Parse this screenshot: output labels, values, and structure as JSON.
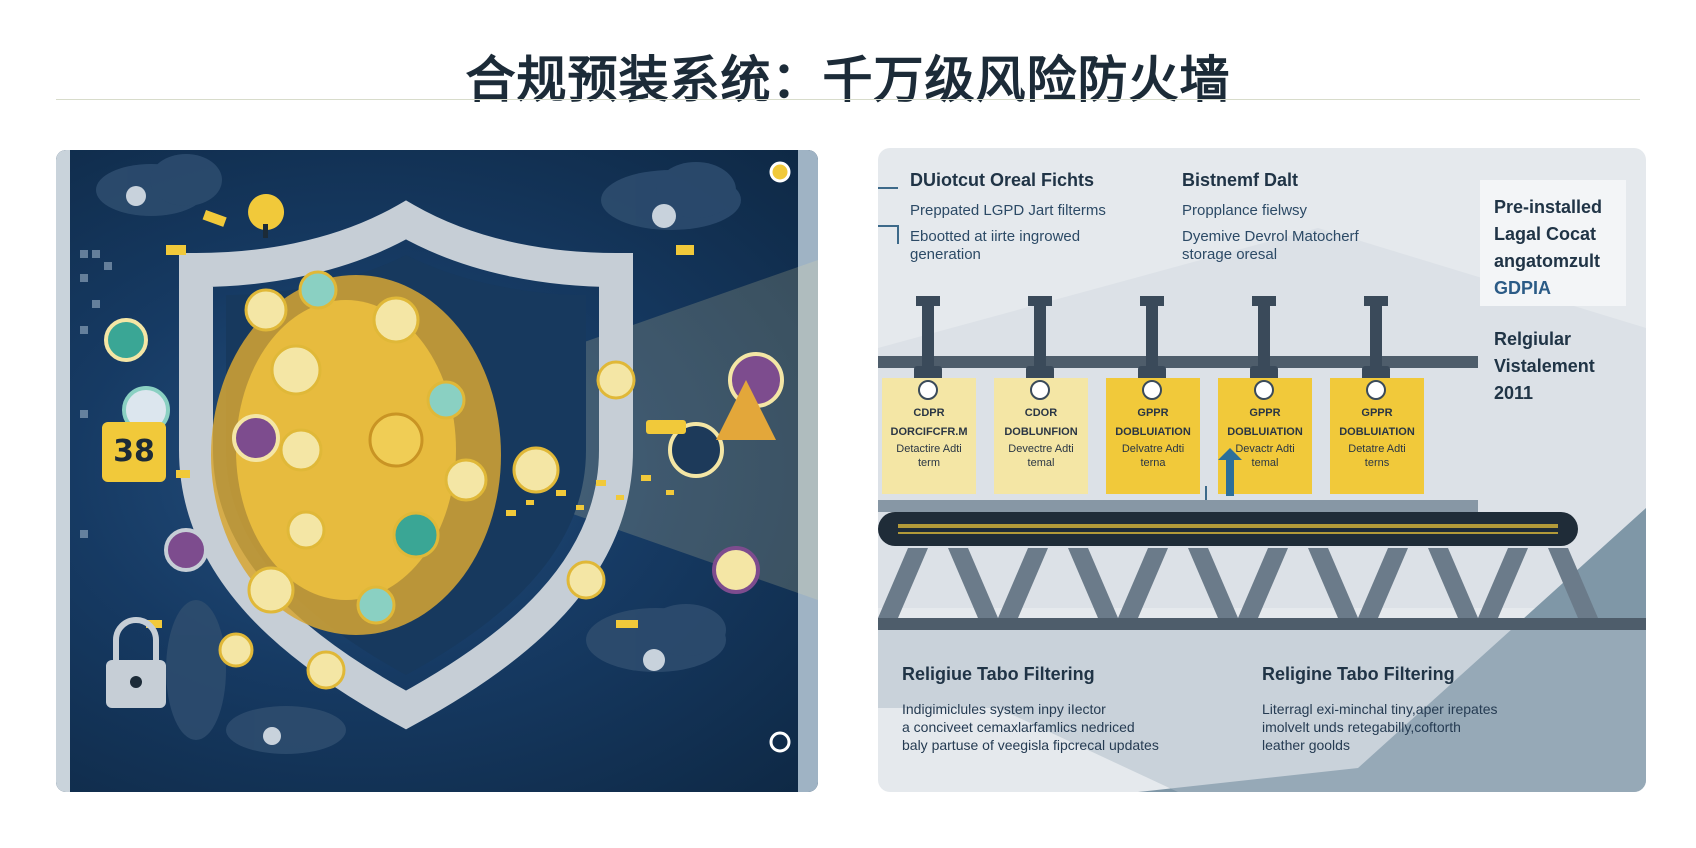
{
  "title": "合规预装系统：千万级风险防火墙",
  "left_panel": {
    "badge": "38"
  },
  "right_panel": {
    "col1": {
      "heading": "DUiotcut Oreal Fichts",
      "line1": "Preppated LGPD Jart filterms",
      "line2": "Ebootted at iirte ingrowed",
      "line3": "generation"
    },
    "col2": {
      "heading": "Bistnemf Dalt",
      "line1": "Propplance fielwsy",
      "line2": "Dyemive Devrol Matocherf",
      "line3": "storage oresal"
    },
    "side_top": {
      "line1": "Pre-installed",
      "line2": "Lagal Cocat",
      "line3": "angatomzult",
      "line4": "GDPIA"
    },
    "side_mid": {
      "line1": "Relgiular",
      "line2": "Vistalement",
      "line3": "2011"
    },
    "documents": [
      {
        "l1": "CDPR",
        "l2": "DORCIFCFR.M",
        "l3": "Detactire Adti",
        "l4": "term"
      },
      {
        "l1": "CDOR",
        "l2": "DOBLUNFION",
        "l3": "Devectre Adti",
        "l4": "temal"
      },
      {
        "l1": "GPPR",
        "l2": "DOBLUIATION",
        "l3": "Delvatre Adti",
        "l4": "terna"
      },
      {
        "l1": "GPPR",
        "l2": "DOBLUIATION",
        "l3": "Devactr Adti",
        "l4": "temal"
      },
      {
        "l1": "GPPR",
        "l2": "DOBLUIATION",
        "l3": "Detatre Adti",
        "l4": "terns"
      }
    ],
    "filter1": {
      "title": "Religiue Tabo Filtering",
      "line1": "Indigimiclules system inpy iIector",
      "line2": "a conciveet cemaxlarfamlics nedriced",
      "line3": "baly partuse of veegisla fipcrecal updates"
    },
    "filter2": {
      "title": "Religine Tabo Filtering",
      "line1": "Literragl exi-minchal tiny,aper irepates",
      "line2": "imolvelt unds retegabilly,coftorth",
      "line3": "leather goolds"
    }
  },
  "colors": {
    "navy": "#163a63",
    "gold": "#f1c93a",
    "pale_gold": "#f4e6a5",
    "steel": "#5d6c7a",
    "panel": "#e5e9ed"
  }
}
